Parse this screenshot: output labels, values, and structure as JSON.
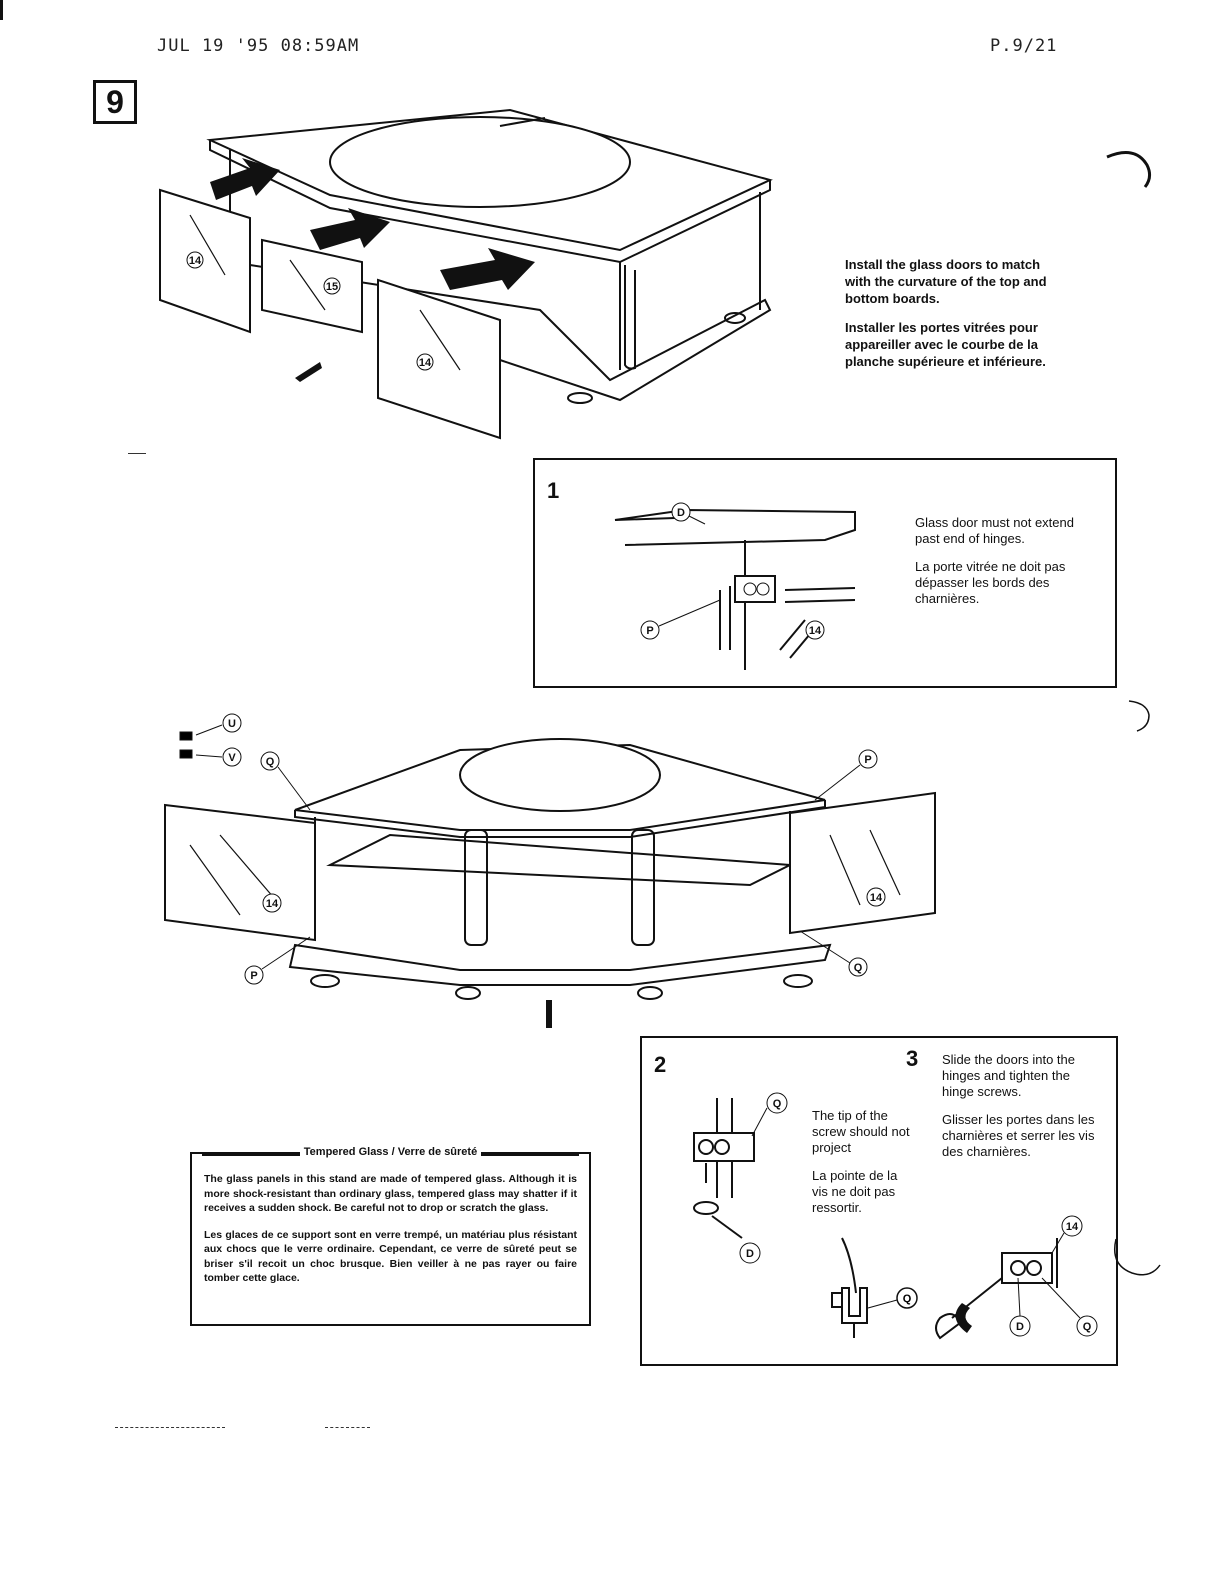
{
  "header": {
    "date_time": "JUL 19 '95  08:59AM",
    "page": "P.9/21"
  },
  "step_number": "9",
  "main_instruction": {
    "en": "Install the glass doors to match with the curvature of the top and bottom boards.",
    "fr": "Installer les portes vitrées pour appareiller avec le courbe de la planche supérieure et inférieure."
  },
  "detail1": {
    "number": "1",
    "en": "Glass door must not extend past end of hinges.",
    "fr": "La porte vitrée ne doit pas dépasser les bords des charnières.",
    "labels": {
      "d": "D",
      "p": "P",
      "part": "14"
    }
  },
  "main_labels": {
    "part14": "14",
    "part15": "15",
    "u": "U",
    "v": "V",
    "q": "Q",
    "p": "P"
  },
  "detail2": {
    "number": "2",
    "labels": {
      "q": "Q",
      "d": "D"
    },
    "screw_en": "The tip of the screw should not project",
    "screw_fr": "La pointe de la vis ne doit pas ressortir."
  },
  "detail3": {
    "number": "3",
    "en": "Slide the doors into the hinges and tighten the hinge screws.",
    "fr": "Glisser les portes dans les charnières et serrer les vis des charnières.",
    "labels": {
      "part": "14",
      "q": "Q",
      "d": "D"
    }
  },
  "warning": {
    "title": "Tempered Glass / Verre de sûreté",
    "en": "The glass panels in this stand are made of tempered glass. Although it is more shock-resistant than ordinary glass, tempered glass may shatter if it receives a sudden shock. Be careful not to drop or scratch the glass.",
    "fr": "Les glaces de ce support sont en verre trempé, un matériau plus résistant aux chocs que le verre ordinaire. Cependant, ce verre de sûreté peut se briser s'il recoit un choc brusque. Bien veiller à ne pas rayer ou faire tomber cette glace."
  }
}
